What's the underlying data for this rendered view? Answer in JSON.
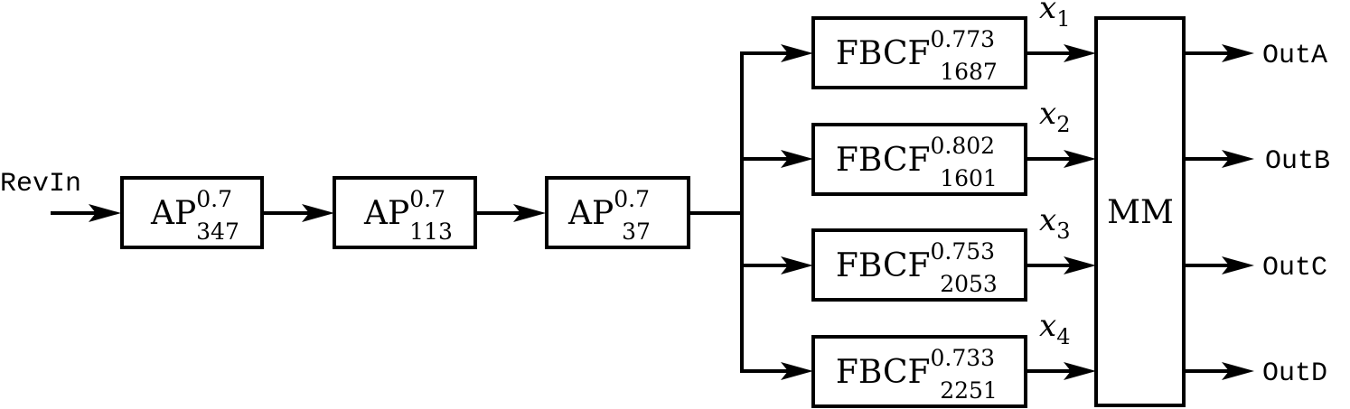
{
  "input": {
    "label": "RevIn"
  },
  "allpass": [
    {
      "name": "AP",
      "gain": "0.7",
      "delay": "347"
    },
    {
      "name": "AP",
      "gain": "0.7",
      "delay": "113"
    },
    {
      "name": "AP",
      "gain": "0.7",
      "delay": "37"
    }
  ],
  "combs": [
    {
      "name": "FBCF",
      "gain": "0.773",
      "delay": "1687",
      "signal_var": "x",
      "signal_index": "1"
    },
    {
      "name": "FBCF",
      "gain": "0.802",
      "delay": "1601",
      "signal_var": "x",
      "signal_index": "2"
    },
    {
      "name": "FBCF",
      "gain": "0.753",
      "delay": "2053",
      "signal_var": "x",
      "signal_index": "3"
    },
    {
      "name": "FBCF",
      "gain": "0.733",
      "delay": "2251",
      "signal_var": "x",
      "signal_index": "4"
    }
  ],
  "mixer": {
    "label": "MM"
  },
  "outputs": [
    {
      "label": "OutA"
    },
    {
      "label": "OutB"
    },
    {
      "label": "OutC"
    },
    {
      "label": "OutD"
    }
  ]
}
